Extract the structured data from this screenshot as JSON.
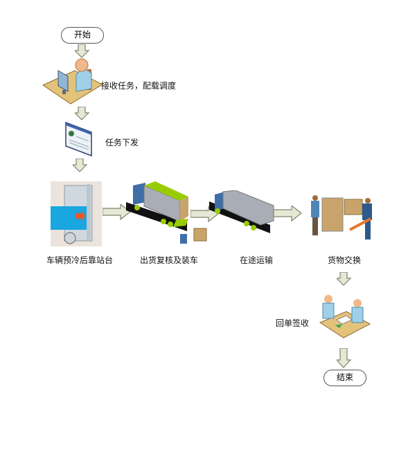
{
  "nodes": {
    "start": "开始",
    "receive": "接收任务，配载调度",
    "dispatch": "任务下发",
    "dock": "车辆预冷后靠站台",
    "loading": "出货复核及装车",
    "transit": "在途运输",
    "exchange": "货物交换",
    "receipt": "回单签收",
    "end": "结束"
  },
  "colors": {
    "arrow_fill": "#e4e8d4",
    "arrow_stroke": "#8a8f7a",
    "truck_body": "#a7acb4",
    "truck_cab": "#3f6ea8",
    "accent_green": "#99cc00"
  }
}
